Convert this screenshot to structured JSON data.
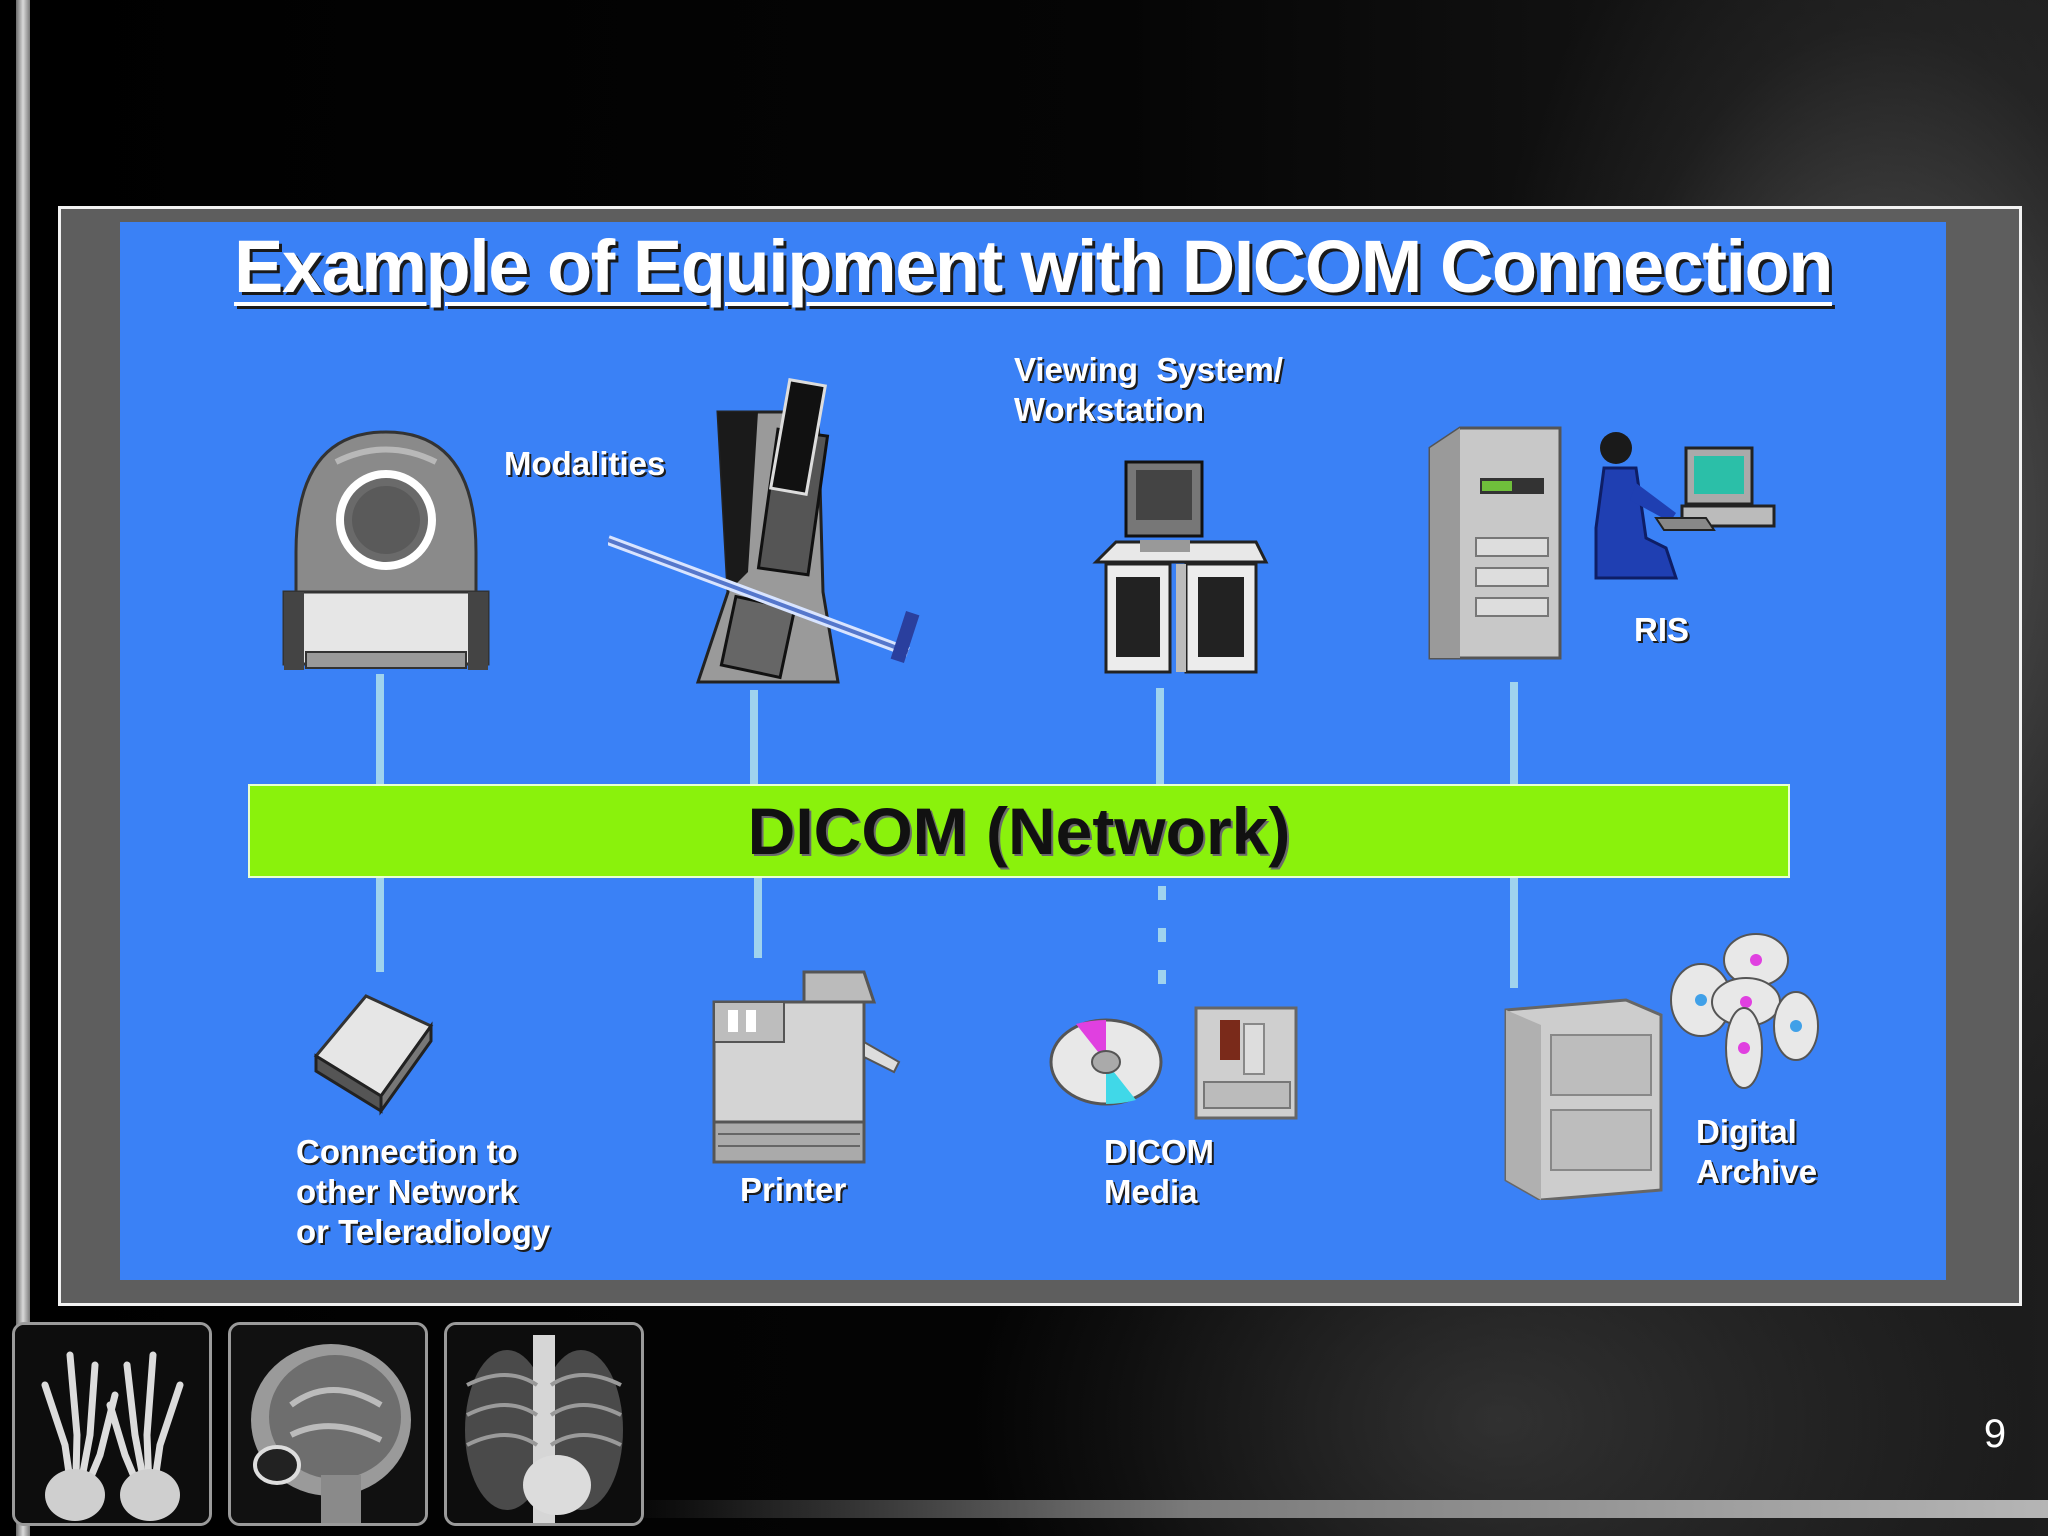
{
  "slide": {
    "title": "Example of Equipment with DICOM Connection",
    "page_number": "9"
  },
  "network": {
    "label": "DICOM (Network)"
  },
  "labels": {
    "modalities": "Modalities",
    "viewing": "Viewing  System/\nWorkstation",
    "ris": "RIS",
    "connection": "Connection to\nother Network\nor Teleradiology",
    "printer": "Printer",
    "media": "DICOM\nMedia",
    "archive": "Digital\nArchive"
  },
  "thumbnails": [
    "hands-xray-icon",
    "brain-mri-icon",
    "chest-xray-icon"
  ],
  "colors": {
    "panel": "#3a81f6",
    "network_bar": "#8af20c",
    "connector": "#9fd3ee"
  }
}
